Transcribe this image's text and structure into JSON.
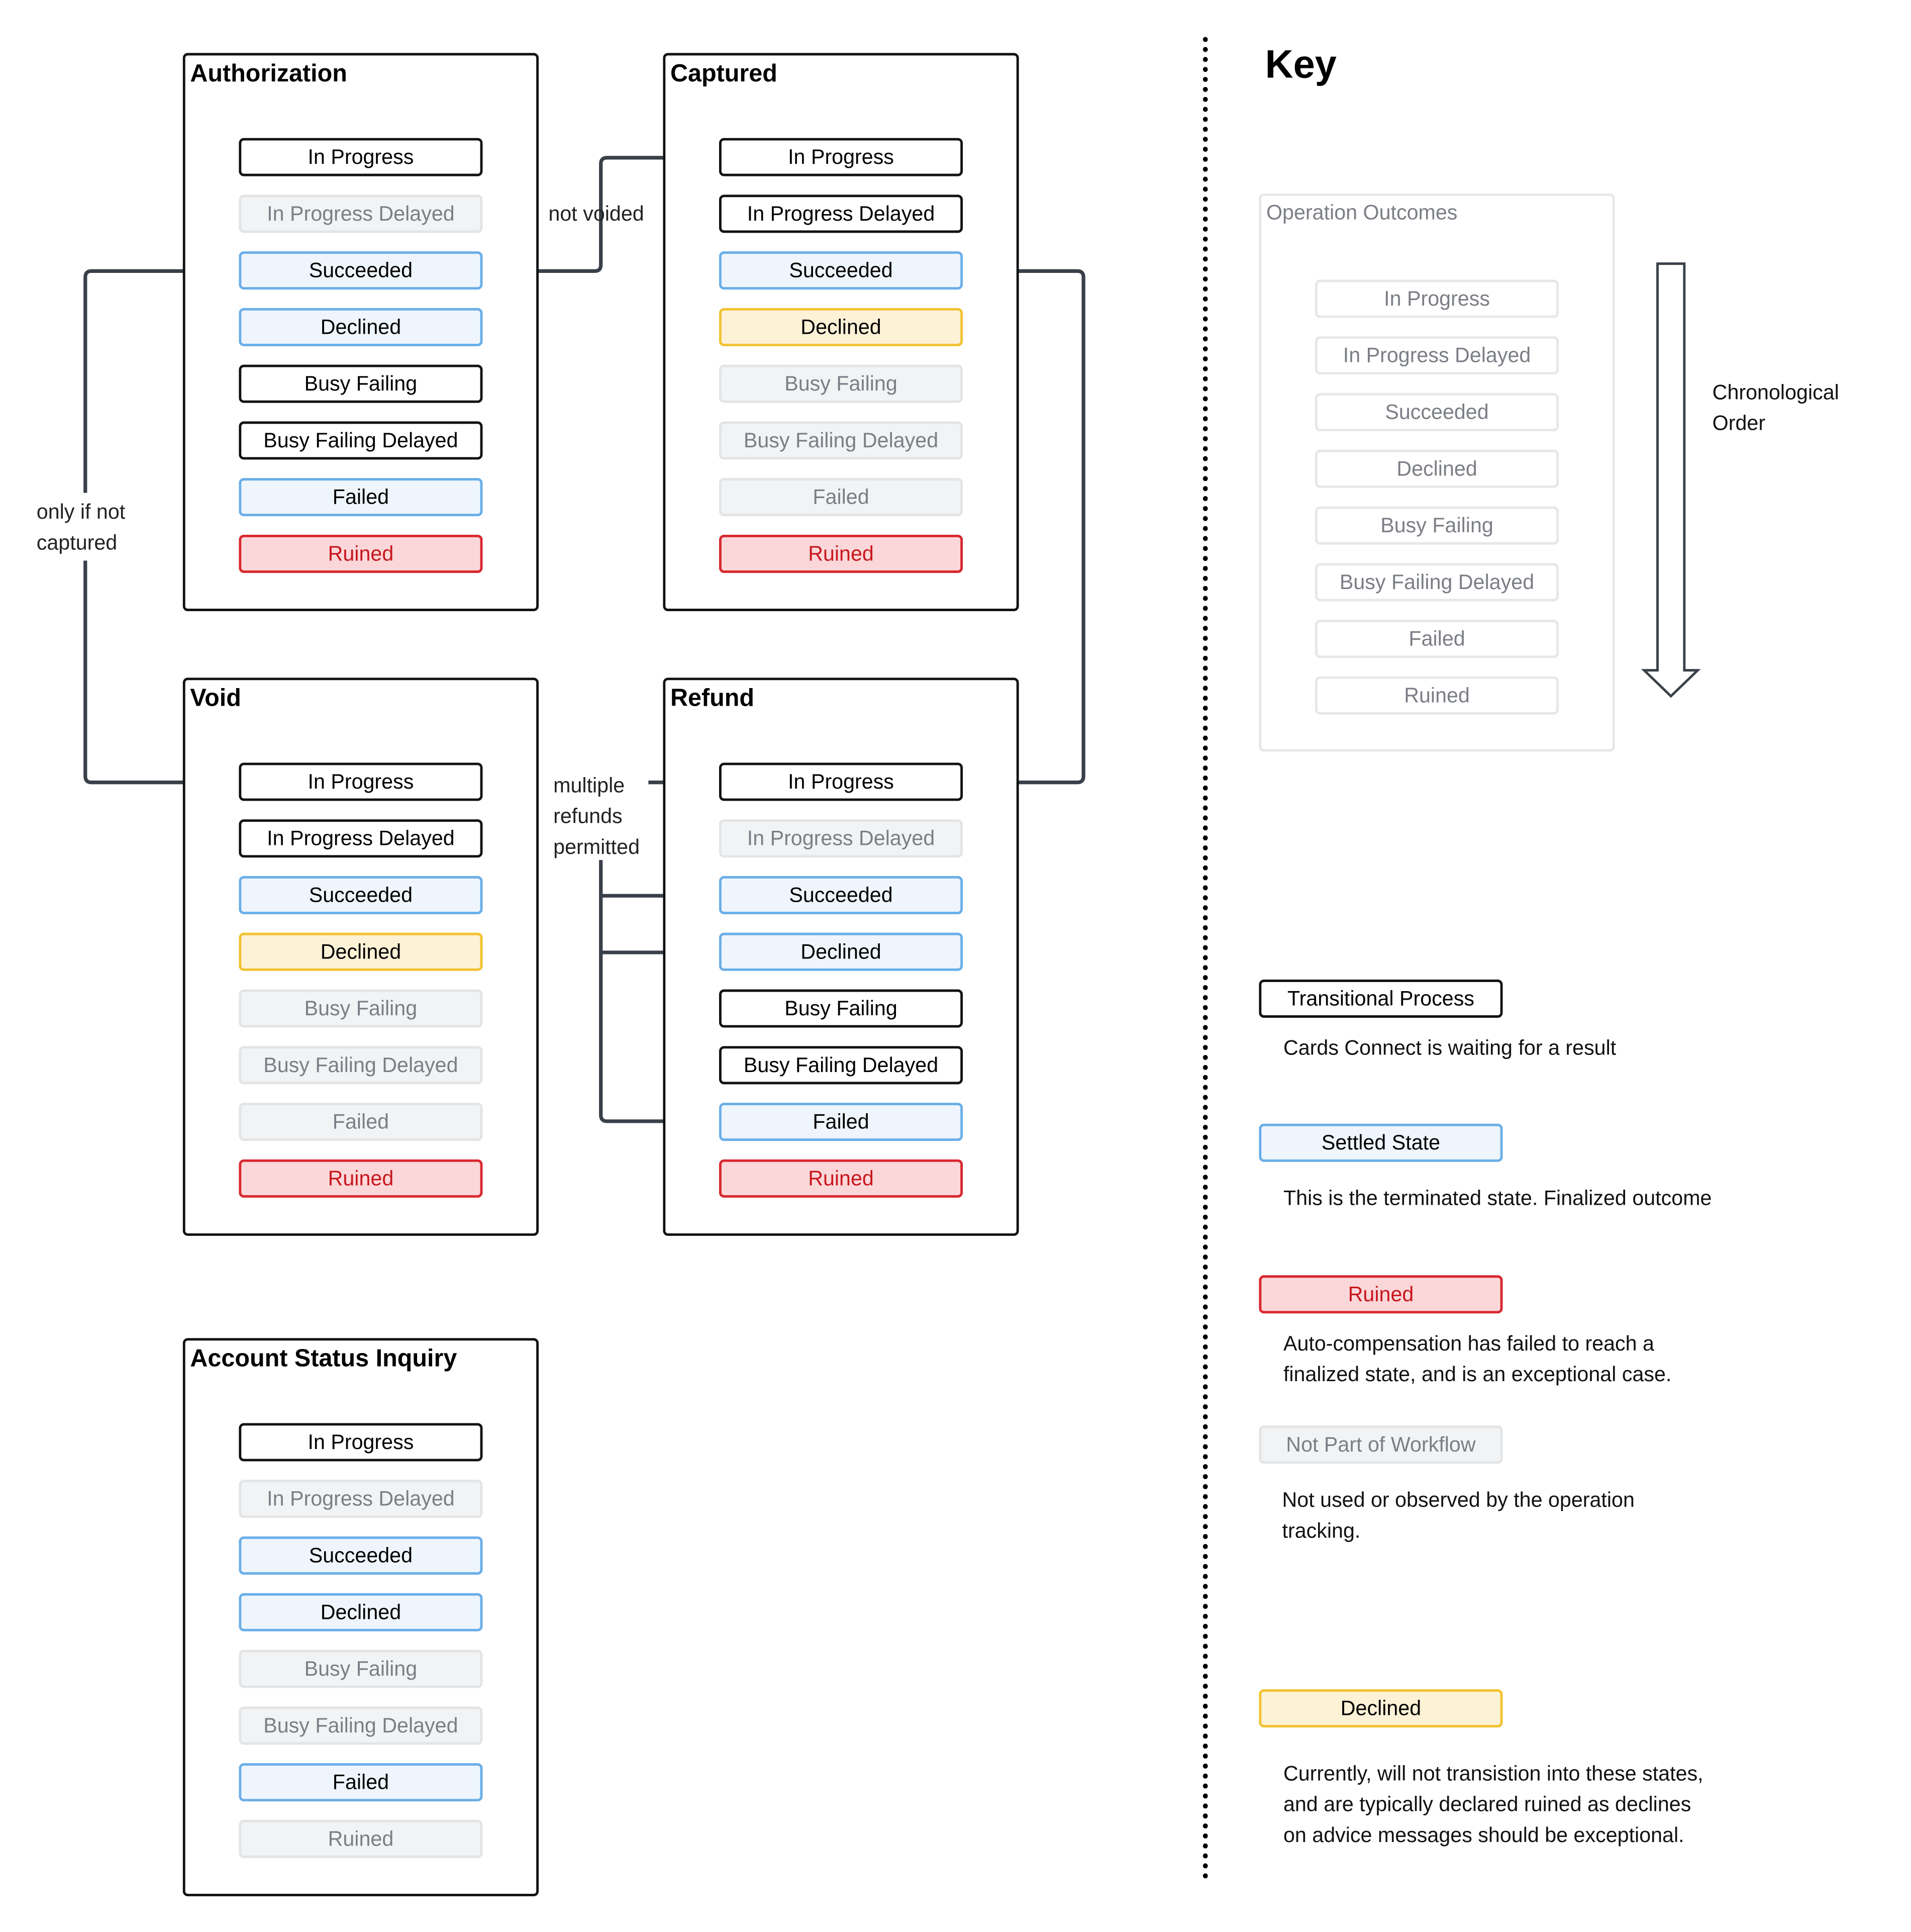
{
  "groups": {
    "authorization": {
      "title": "Authorization",
      "states": [
        "In Progress",
        "In Progress Delayed",
        "Succeeded",
        "Declined",
        "Busy Failing",
        "Busy Failing Delayed",
        "Failed",
        "Ruined"
      ]
    },
    "captured": {
      "title": "Captured",
      "states": [
        "In Progress",
        "In Progress Delayed",
        "Succeeded",
        "Declined",
        "Busy Failing",
        "Busy Failing Delayed",
        "Failed",
        "Ruined"
      ]
    },
    "void": {
      "title": "Void",
      "states": [
        "In Progress",
        "In Progress Delayed",
        "Succeeded",
        "Declined",
        "Busy Failing",
        "Busy Failing Delayed",
        "Failed",
        "Ruined"
      ]
    },
    "refund": {
      "title": "Refund",
      "states": [
        "In Progress",
        "In Progress Delayed",
        "Succeeded",
        "Declined",
        "Busy Failing",
        "Busy Failing Delayed",
        "Failed",
        "Ruined"
      ]
    },
    "account_status_inquiry": {
      "title": "Account Status Inquiry",
      "states": [
        "In Progress",
        "In Progress Delayed",
        "Succeeded",
        "Declined",
        "Busy Failing",
        "Busy Failing Delayed",
        "Failed",
        "Ruined"
      ]
    }
  },
  "connector_labels": {
    "not_voided": "not voided",
    "only_if_not_captured_1": "only if not",
    "only_if_not_captured_2": "captured",
    "multiple_1": "multiple",
    "multiple_2": "refunds",
    "multiple_3": "permitted"
  },
  "key": {
    "title": "Key",
    "outcomes_title": "Operation Outcomes",
    "outcomes": [
      "In Progress",
      "In Progress Delayed",
      "Succeeded",
      "Declined",
      "Busy Failing",
      "Busy Failing Delayed",
      "Failed",
      "Ruined"
    ],
    "chronological_1": "Chronological",
    "chronological_2": "Order",
    "legend": [
      {
        "label": "Transitional Process",
        "desc": [
          "Cards Connect is waiting for a result"
        ]
      },
      {
        "label": "Settled State",
        "desc": [
          "This is the terminated state. Finalized outcome"
        ]
      },
      {
        "label": "Ruined",
        "desc": [
          "Auto-compensation has failed to reach a",
          "finalized state, and is an exceptional case."
        ]
      },
      {
        "label": "Not Part of Workflow",
        "desc": [
          "Not used or observed by the operation",
          "tracking."
        ]
      },
      {
        "label": "Declined",
        "desc": [
          "Currently, will not transistion into these states,",
          "and are typically declared ruined as declines",
          "on advice messages should be exceptional."
        ]
      }
    ]
  },
  "colors": {
    "transitional": "#111111",
    "settled": "#6aaee8",
    "not_part": "#e3e4e6",
    "ruined": "#d9282f",
    "declined": "#f2c230",
    "connector": "#3a404a"
  }
}
